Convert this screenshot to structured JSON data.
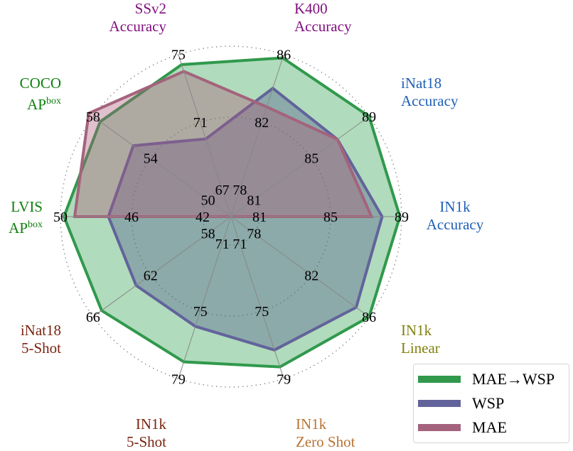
{
  "chart_data": {
    "type": "radar",
    "title": "",
    "axes": [
      {
        "label": "IN1k Accuracy",
        "lines": [
          "IN1k",
          "Accuracy"
        ],
        "color": "#1f5fb5",
        "ticks": [
          81,
          85,
          89
        ]
      },
      {
        "label": "iNat18 Accuracy",
        "lines": [
          "iNat18",
          "Accuracy"
        ],
        "color": "#1f5fb5",
        "ticks": [
          81,
          85,
          89
        ]
      },
      {
        "label": "K400 Accuracy",
        "lines": [
          "K400",
          "Accuracy"
        ],
        "color": "#800f80",
        "ticks": [
          78,
          82,
          86
        ]
      },
      {
        "label": "SSv2 Accuracy",
        "lines": [
          "SSv2",
          "Accuracy"
        ],
        "color": "#800f80",
        "ticks": [
          67,
          71,
          75
        ]
      },
      {
        "label": "COCO AP^box",
        "lines": [
          "COCO",
          "AP"
        ],
        "sup": "box",
        "color": "#0f800f",
        "ticks": [
          50,
          54,
          58
        ]
      },
      {
        "label": "LVIS AP^box",
        "lines": [
          "LVIS",
          "AP"
        ],
        "sup": "box",
        "color": "#0f800f",
        "ticks": [
          42,
          46,
          50
        ]
      },
      {
        "label": "iNat18 5-Shot",
        "lines": [
          "iNat18",
          "5-Shot"
        ],
        "color": "#7a2410",
        "ticks": [
          58,
          62,
          66
        ]
      },
      {
        "label": "IN1k 5-Shot",
        "lines": [
          "IN1k",
          "5-Shot"
        ],
        "color": "#7a2410",
        "ticks": [
          71,
          75,
          79
        ]
      },
      {
        "label": "IN1k Zero Shot",
        "lines": [
          "IN1k",
          "Zero Shot"
        ],
        "color": "#b87333",
        "ticks": [
          71,
          75,
          79
        ]
      },
      {
        "label": "IN1k Linear",
        "lines": [
          "IN1k",
          "Linear"
        ],
        "color": "#808010",
        "ticks": [
          78,
          82,
          86
        ]
      }
    ],
    "series": [
      {
        "name": "MAE→WSP",
        "color": "#30994c",
        "fill": "rgba(48,160,80,0.38)",
        "values": [
          88.9,
          89.0,
          85.8,
          74.4,
          57.5,
          49.8,
          65.4,
          78.0,
          78.3,
          86.0
        ]
      },
      {
        "name": "WSP",
        "color": "#62639b",
        "fill": "rgba(80,90,140,0.38)",
        "values": [
          87.9,
          86.8,
          84.0,
          70.0,
          55.2,
          47.3,
          63.0,
          75.9,
          77.3,
          85.1
        ]
      },
      {
        "name": "MAE",
        "color": "#a4637c",
        "fill": "rgba(170,90,120,0.38)",
        "values": [
          87.3,
          86.8,
          82.9,
          74.0,
          58.3,
          49.2,
          null,
          null,
          null,
          null
        ]
      }
    ],
    "legend_position": "lower right",
    "grid": "dotted rings at 3 tick levels"
  },
  "legend": {
    "items": [
      {
        "label": "MAE→WSP",
        "color": "#30994c"
      },
      {
        "label": "WSP",
        "color": "#62639b"
      },
      {
        "label": "MAE",
        "color": "#a4637c"
      }
    ]
  }
}
